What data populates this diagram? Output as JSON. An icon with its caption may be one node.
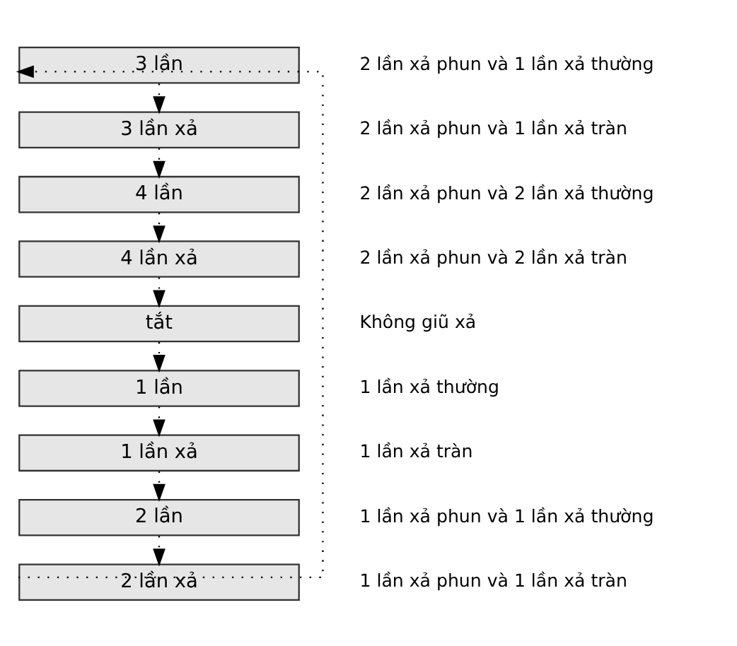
{
  "diagram": {
    "nodes": [
      {
        "text": [
          "3 lần"
        ],
        "beside": [
          "2 lần xả phun và 1 lần xả thường"
        ]
      },
      {
        "text": [
          "3 lần xả"
        ],
        "beside": [
          "2 lần xả phun và 1 lần xả tràn"
        ]
      },
      {
        "text": [
          "4 lần"
        ],
        "beside": [
          "2 lần xả phun và 2 lần xả thường"
        ]
      },
      {
        "text": [
          "4 lần xả"
        ],
        "beside": [
          "2 lần xả phun và 2 lần xả tràn"
        ]
      },
      {
        "text": [
          "tắt"
        ],
        "beside": [
          "Không giũ xả"
        ]
      },
      {
        "text": [
          "1 lần"
        ],
        "beside": [
          "1 lần xả thường"
        ]
      },
      {
        "text": [
          "1 lần xả"
        ],
        "beside": [
          "1 lần xả tràn"
        ]
      },
      {
        "text": [
          "2 lần"
        ],
        "beside": [
          "1 lần xả phun và 1 lần xả thường"
        ]
      },
      {
        "text": [
          "2 lần xả"
        ],
        "beside": [
          "1 lần xả phun và 1 lần xả tràn"
        ]
      }
    ],
    "edges": [
      {
        "from": 0,
        "to": 1,
        "arrow": "to"
      },
      {
        "from": 1,
        "to": 2,
        "arrow": "to"
      },
      {
        "from": 2,
        "to": 3,
        "arrow": "to"
      },
      {
        "from": 3,
        "to": 4,
        "arrow": "to"
      },
      {
        "from": 4,
        "to": 5,
        "arrow": "to"
      },
      {
        "from": 5,
        "to": 6,
        "arrow": "to"
      },
      {
        "from": 6,
        "to": 7,
        "arrow": "to"
      },
      {
        "from": 7,
        "to": 8,
        "arrow": "to"
      },
      {
        "from": 8,
        "to": 0,
        "arrow": "to"
      }
    ]
  }
}
